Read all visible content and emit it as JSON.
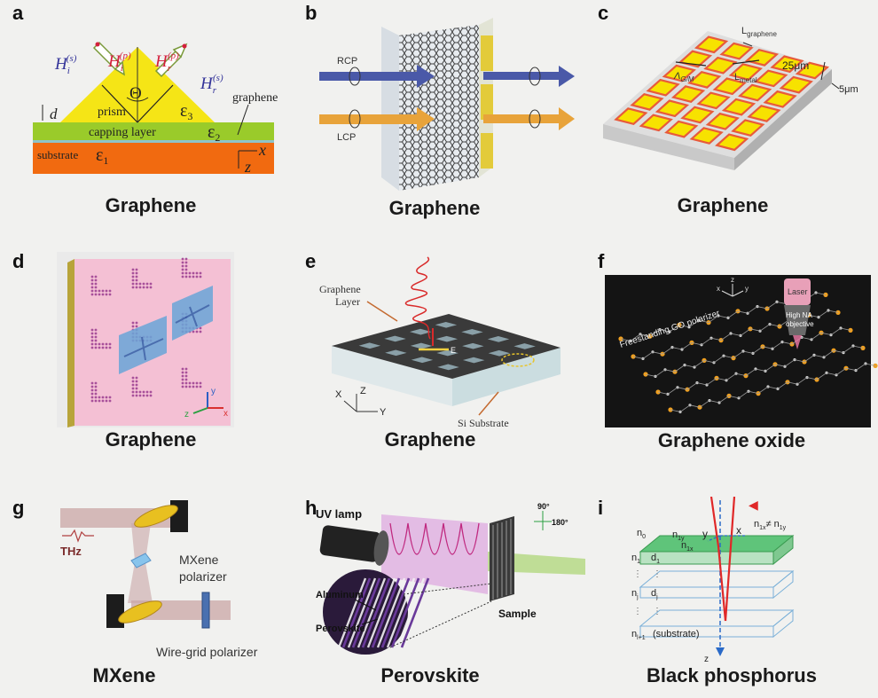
{
  "panels": {
    "a": {
      "label": "a",
      "caption": "Graphene",
      "texts": {
        "hi": "H",
        "hi_s": "(s)",
        "hi_sub": "i",
        "hip": "H",
        "hip_s": "(p)",
        "hip_sub": "i",
        "hrp": "H",
        "hrp_s": "(p)",
        "hrp_sub": "r",
        "hrs": "H",
        "hrs_s": "(s)",
        "hrs_sub": "r",
        "theta": "Θ",
        "eps3": "ε",
        "eps3_sub": "3",
        "eps2": "ε",
        "eps2_sub": "2",
        "eps1": "ε",
        "eps1_sub": "1",
        "prism": "prism",
        "capping": "capping layer",
        "graphene": "graphene",
        "substrate": "substrate",
        "d": "d",
        "x": "x",
        "z": "z"
      }
    },
    "b": {
      "label": "b",
      "caption": "Graphene",
      "texts": {
        "rcp": "RCP",
        "lcp": "LCP"
      }
    },
    "c": {
      "label": "c",
      "caption": "Graphene",
      "texts": {
        "lgraphene": "L",
        "lgraphene_sub": "graphene",
        "lmetal": "L",
        "lmetal_sub": "metal",
        "lambda": "Λ",
        "lambda_sub": "G/M",
        "dim25": "25μm",
        "dim5": "5μm"
      }
    },
    "d": {
      "label": "d",
      "caption": "Graphene",
      "texts": {
        "y": "y",
        "x": "x",
        "z": "z"
      }
    },
    "e": {
      "label": "e",
      "caption": "Graphene",
      "texts": {
        "graphene_layer_1": "Graphene",
        "graphene_layer_2": "Layer",
        "si": "Si Substrate",
        "E": "E",
        "x": "X",
        "y": "Y",
        "z": "Z"
      }
    },
    "f": {
      "label": "f",
      "caption": "Graphene oxide",
      "texts": {
        "laser": "Laser",
        "obj1": "High NA",
        "obj2": "objective",
        "go": "Freestanding GO polarizer",
        "x": "x",
        "y": "y",
        "z": "z"
      }
    },
    "g": {
      "label": "g",
      "caption": "MXene",
      "texts": {
        "thz": "THz",
        "mx1": "MXene",
        "mx2": "polarizer",
        "wire": "Wire-grid polarizer"
      }
    },
    "h": {
      "label": "h",
      "caption": "Perovskite",
      "texts": {
        "uv": "UV lamp",
        "al": "Aluminum",
        "pero": "Perovskite",
        "sample": "Sample",
        "a90": "90°",
        "a180": "180°"
      }
    },
    "i": {
      "label": "i",
      "caption": "Black phosphorus",
      "texts": {
        "n0": "n",
        "n0_sub": "0",
        "n1": "n",
        "n1_sub": "1",
        "d1": "d",
        "d1_sub": "1",
        "nj": "n",
        "nj_sub": "j",
        "dj": "d",
        "dj_sub": "j",
        "ns": "n",
        "ns_sub": "l+1",
        "substrate": "(substrate)",
        "n1y": "n",
        "n1y_sub": "1y",
        "n1x": "n",
        "n1x_sub": "1x",
        "neq": "n",
        "neq_sub1": "1x",
        "neq_mid": "≠ n",
        "neq_sub2": "1y",
        "x": "x",
        "y": "y",
        "z": "z"
      }
    }
  },
  "colors": {
    "prism": "#f5e516",
    "capping": "#9acb2a",
    "substrate": "#f16a10",
    "gold": "#e3b22b",
    "blue_arrow": "#4a59a8",
    "orange_arrow": "#e8a33a",
    "tile": "#f7e200",
    "tile_border": "#e85a3a",
    "pink": "#f4c0d4",
    "dark": "#2b2b2b"
  }
}
